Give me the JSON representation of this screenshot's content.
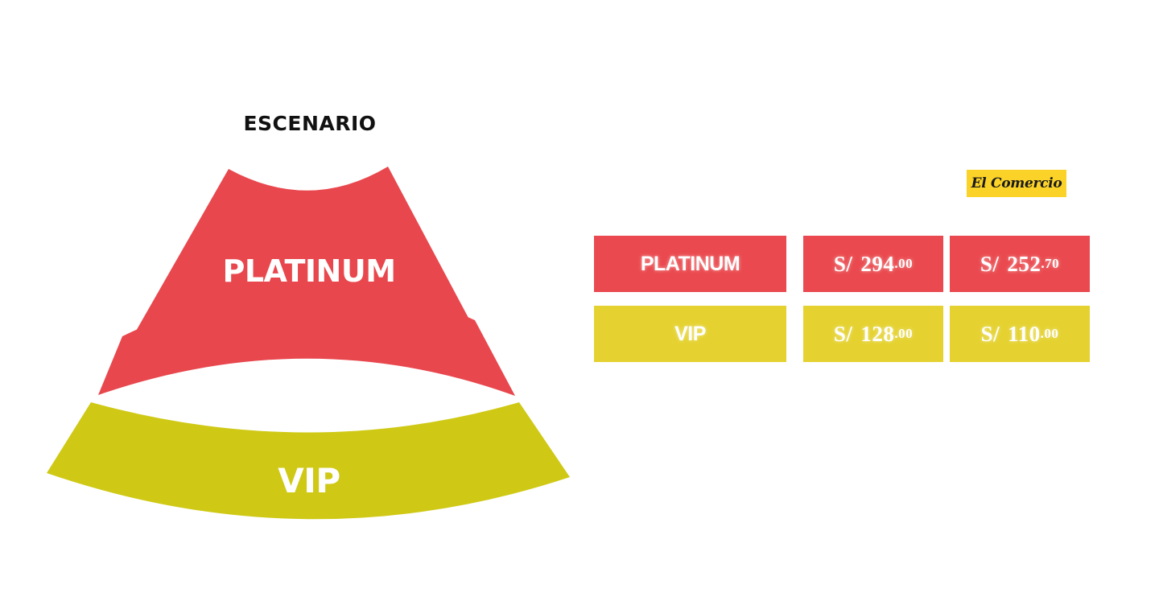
{
  "map": {
    "stage_label": "ESCENARIO",
    "zones": [
      {
        "label": "PLATINUM",
        "color": "#e8474d"
      },
      {
        "label": "PLATINUM",
        "color": "#e8474d"
      },
      {
        "label": "VIP",
        "color": "#cfc915"
      }
    ]
  },
  "brand": {
    "name": "El Comercio",
    "color": "#fbd227"
  },
  "prices": {
    "rows": [
      {
        "zone": "PLATINUM",
        "color": "#ea4a4f",
        "price_a": {
          "currency": "S/",
          "whole": "294",
          "cents": ".00"
        },
        "price_b": {
          "currency": "S/",
          "whole": "252",
          "cents": ".70"
        }
      },
      {
        "zone": "VIP",
        "color": "#e5d231",
        "price_a": {
          "currency": "S/",
          "whole": "128",
          "cents": ".00"
        },
        "price_b": {
          "currency": "S/",
          "whole": "110",
          "cents": ".00"
        }
      }
    ]
  }
}
